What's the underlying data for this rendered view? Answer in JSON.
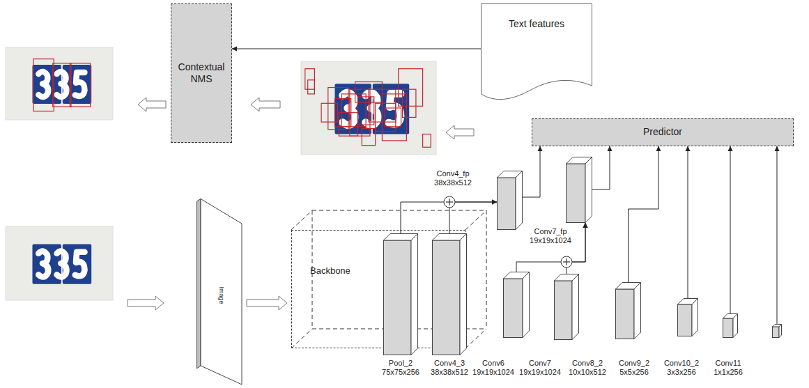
{
  "diagram": {
    "nodes": [
      {
        "text": [
          "Contextual NMS"
        ]
      },
      {
        "text": [
          "Text features"
        ]
      },
      {
        "text": [
          "Predictor"
        ]
      },
      {
        "text": [
          "Image"
        ]
      },
      {
        "text": [
          "Backbone"
        ]
      },
      {
        "text": [
          "Pool_2 75x75x256"
        ],
        "in": 4
      },
      {
        "text": [
          "Conv4_3 38x38x512"
        ],
        "in": 4
      },
      {
        "text": [
          "Conv4_fp 38x38x512"
        ]
      },
      {
        "text": [
          "Conv6 19x19x1024"
        ]
      },
      {
        "text": [
          "Conv7 19x19x1024"
        ]
      },
      {
        "text": [
          "Conv7_fp 19x19x1024"
        ]
      },
      {
        "text": [
          "Conv8_2 10x10x512"
        ]
      },
      {
        "text": [
          "Conv9_2 5x5x256"
        ]
      },
      {
        "text": [
          "Conv10_2 3x3x256"
        ]
      },
      {
        "text": [
          "Conv11 1x1x256"
        ]
      }
    ],
    "edges": [
      {
        "from": 1,
        "to": 0,
        "arrow": "to"
      },
      {
        "from": 3,
        "to": 4,
        "arrow": "to"
      },
      {
        "from": 5,
        "to": 7,
        "arrow": "to"
      },
      {
        "from": 6,
        "to": 7,
        "arrow": "to"
      },
      {
        "from": 8,
        "to": 10,
        "arrow": "to"
      },
      {
        "from": 9,
        "to": 10,
        "arrow": "to"
      },
      {
        "from": 7,
        "to": 2,
        "arrow": "to"
      },
      {
        "from": 10,
        "to": 2,
        "arrow": "to"
      },
      {
        "from": 11,
        "to": 2,
        "arrow": "to"
      },
      {
        "from": 12,
        "to": 2,
        "arrow": "to"
      },
      {
        "from": 13,
        "to": 2,
        "arrow": "to"
      },
      {
        "from": 14,
        "to": 2,
        "arrow": "to"
      }
    ]
  }
}
